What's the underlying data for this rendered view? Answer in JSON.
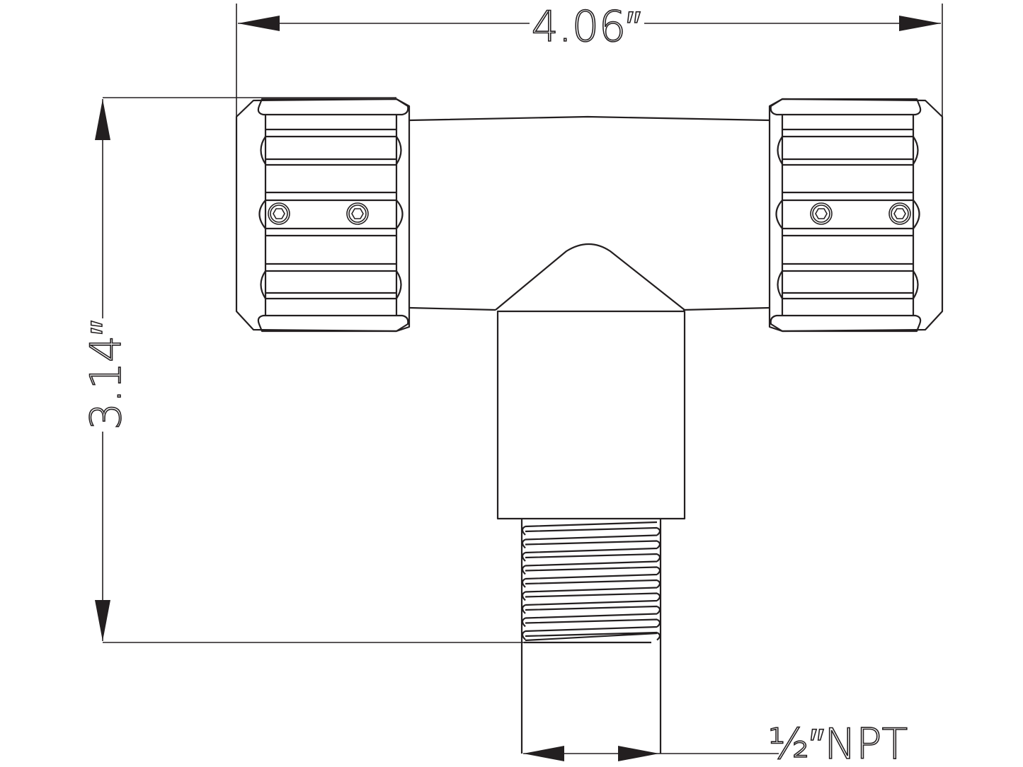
{
  "drawing": {
    "colors": {
      "line": "#231f20",
      "background": "#ffffff"
    },
    "dimensions": {
      "overall_width": "4.06″",
      "overall_height": "3.14″",
      "thread_size": "½″NPT"
    }
  }
}
